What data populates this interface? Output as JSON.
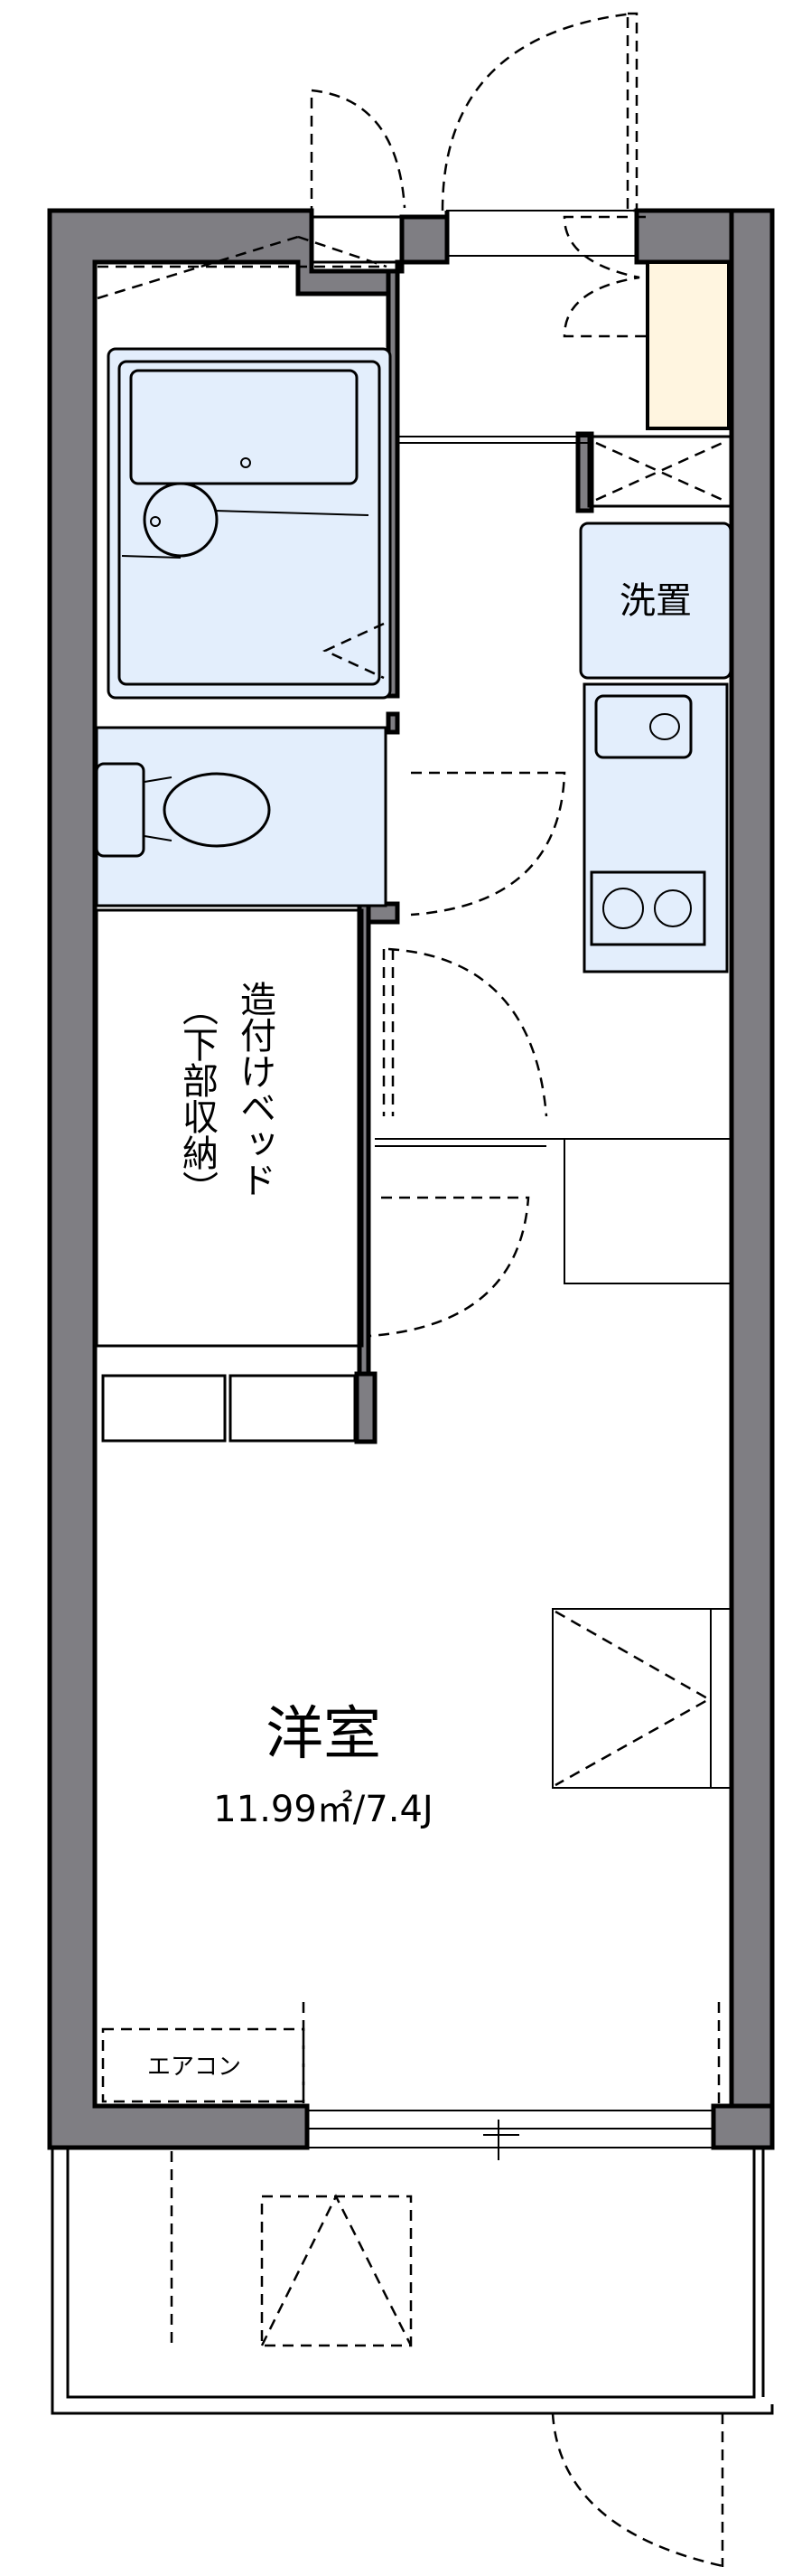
{
  "floorplan": {
    "rooms": {
      "western_room": {
        "name": "洋室",
        "area": "11.99㎡/7.4J"
      },
      "washer": {
        "label": "洗置"
      },
      "built_in_bed": {
        "col1": "造付けベッド",
        "col2": "（下部収納）"
      },
      "aircon": {
        "label": "エアコン"
      }
    },
    "colors": {
      "wall": "#7f7e83",
      "fixture": "#e3eefc",
      "shoe_box": "#fff5e0"
    }
  }
}
